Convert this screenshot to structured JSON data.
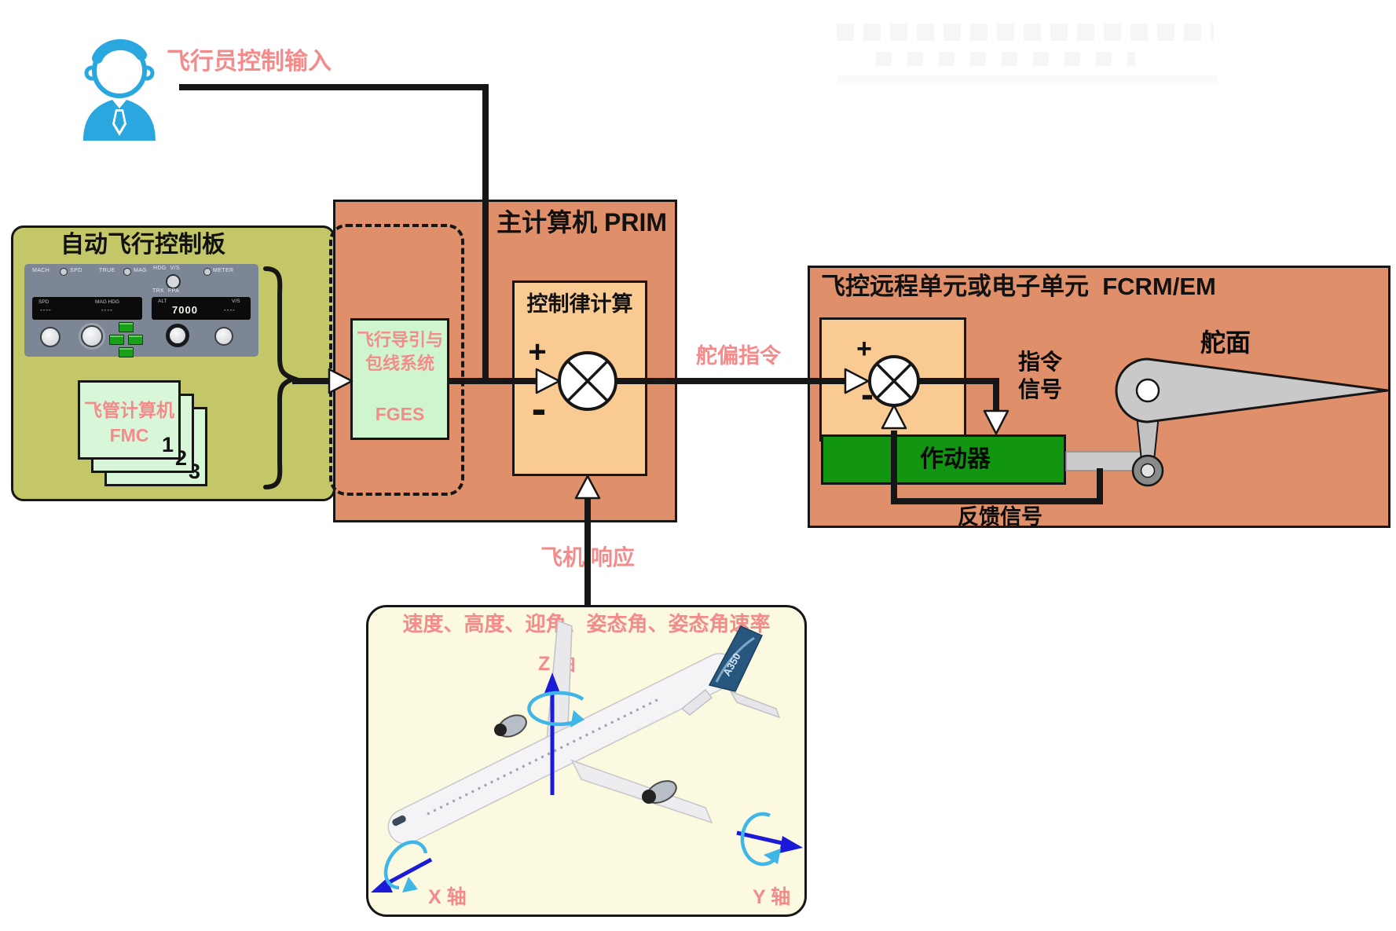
{
  "pilot": {
    "label": "飞行员控制输入"
  },
  "afcp": {
    "title": "自动飞行控制板",
    "panel": {
      "mach": "MACH",
      "spd": "SPD",
      "sel_true": "TRUE",
      "mag": "MAG",
      "hdg_vs": "HDG  V/S",
      "trk_fpa": "TRK  FPA",
      "meter": "METER",
      "disp_spd": "SPD",
      "disp_mag_hdg": "MAG HDG",
      "disp_alt": "ALT",
      "alt_value": "7000",
      "disp_vs": "V/S",
      "dash": "----"
    },
    "fmc": {
      "title": "飞管计算机",
      "abbr": "FMC",
      "cards": [
        "1",
        "2",
        "3"
      ]
    }
  },
  "prim": {
    "title": "主计算机 PRIM",
    "fges": {
      "line1": "飞行导引与",
      "line2": "包线系统",
      "abbr": "FGES"
    },
    "control_law": {
      "title": "控制律计算",
      "plus": "+",
      "minus": "-"
    }
  },
  "signals": {
    "deflection_command": "舵偏指令",
    "aircraft_response": "飞机 响应"
  },
  "fcrm": {
    "title": "飞控远程单元或电子单元  FCRM/EM",
    "plus": "+",
    "minus": "-",
    "actuator_label": "作动器",
    "surface_label": "舵面",
    "command_signal": [
      "指令",
      "信号"
    ],
    "feedback_label": "反馈信号"
  },
  "aircraft_box": {
    "header": "速度、高度、迎角、姿态角、姿态角速率",
    "z_axis": "Z 轴",
    "x_axis": "X 轴",
    "y_axis": "Y 轴",
    "tail_logo": "A350"
  },
  "colors": {
    "salmon_box": "#DF906A",
    "inner_orange": "#F9CA92",
    "mint": "#CFF5CF",
    "olive": "#C4C768",
    "actuator_green": "#129612",
    "pink_text": "#F48B8B",
    "pilot_blue": "#2AA7DF",
    "axis_blue": "#1A1AD8",
    "rotation_cyan": "#3FB6E8",
    "aircraft_panel_cream": "#FBF9DF",
    "line_black": "#161616"
  }
}
